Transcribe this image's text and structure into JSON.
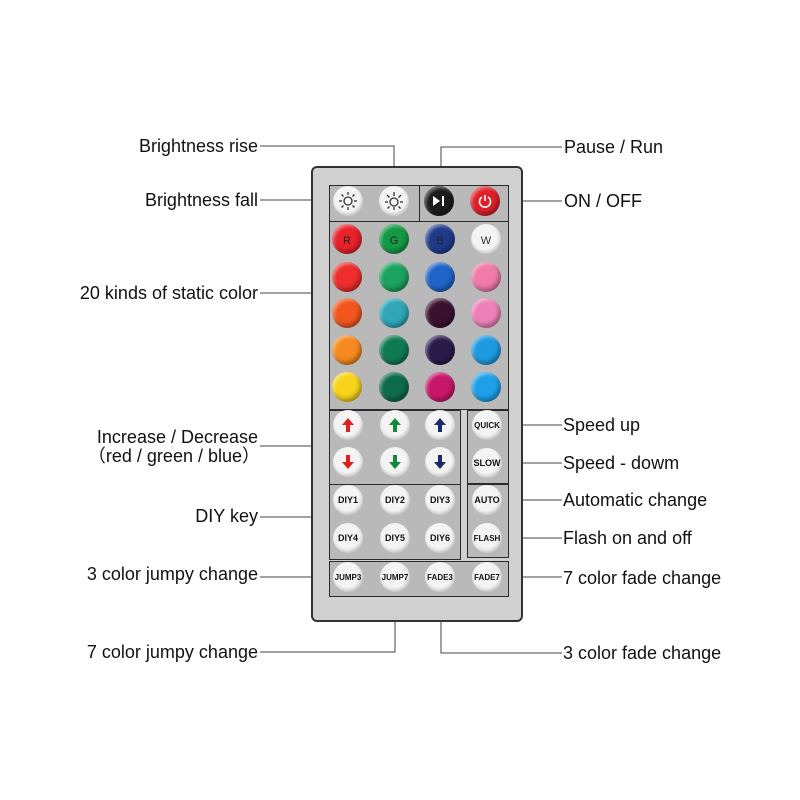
{
  "labels": {
    "brightness_rise": "Brightness rise",
    "brightness_fall": "Brightness fall",
    "static_color": "20 kinds of static color",
    "increase_decrease": "Increase / Decrease",
    "increase_decrease_sub": "（red / green / blue）",
    "diy_key": "DIY key",
    "jumpy3": "3 color jumpy change",
    "jumpy7": "7 color jumpy change",
    "pause_run": "Pause / Run",
    "on_off": "ON / OFF",
    "speed_up": "Speed up",
    "speed_down": "Speed - dowm",
    "auto_change": "Automatic change",
    "flash": "Flash on and off",
    "fade7": "7 color fade change",
    "fade3": "3 color fade change"
  },
  "buttons": {
    "row_letters": [
      "R",
      "G",
      "B",
      "W"
    ],
    "quick": "QUICK",
    "slow": "SLOW",
    "auto": "AUTO",
    "flash": "FLASH",
    "diy": [
      "DIY1",
      "DIY2",
      "DIY3",
      "DIY4",
      "DIY5",
      "DIY6"
    ],
    "jump3": "JUMP3",
    "jump7": "JUMP7",
    "fade3": "FADE3",
    "fade7": "FADE7"
  },
  "colors": {
    "grid": [
      [
        "#e8212a",
        "#149a45",
        "#1f3a8a",
        "#f4f4f4"
      ],
      [
        "#ee2d2d",
        "#1aa35e",
        "#1e63c8",
        "#f07aa8"
      ],
      [
        "#f2561f",
        "#2fa7b8",
        "#3a1230",
        "#ee80b8"
      ],
      [
        "#f6891f",
        "#0f7a52",
        "#2a1a4a",
        "#1e9be0"
      ],
      [
        "#f7d31a",
        "#0d6a4a",
        "#c8176a",
        "#1ea0e8"
      ]
    ],
    "arrow_red": "#e02020",
    "arrow_green": "#138a3a",
    "arrow_blue": "#1a2a6a"
  }
}
